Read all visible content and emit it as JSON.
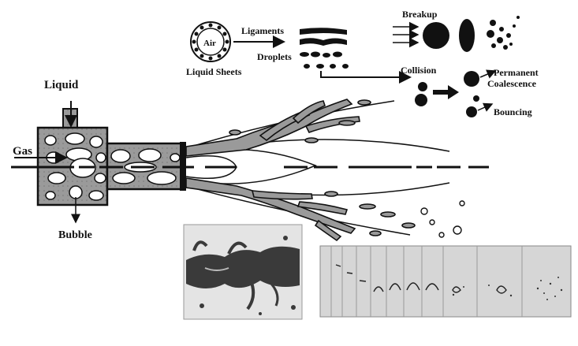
{
  "labels": {
    "liquid": "Liquid",
    "gas": "Gas",
    "bubble": "Bubble",
    "air": "Air",
    "ligaments": "Ligaments",
    "droplets": "Droplets",
    "liquid_sheets": "Liquid Sheets",
    "breakup": "Breakup",
    "collision": "Collision",
    "permanent": "Permanent",
    "coalescence": "Coalescence",
    "bouncing": "Bouncing"
  },
  "colors": {
    "ink": "#111111",
    "liquid_fill": "#9a9a9a",
    "photo_bg": "#d9d9d9",
    "photo_dark": "#3a3a3a"
  },
  "icons": {
    "flow_arrow": "arrow-right",
    "thick_arrow": "bold-arrow-right"
  }
}
